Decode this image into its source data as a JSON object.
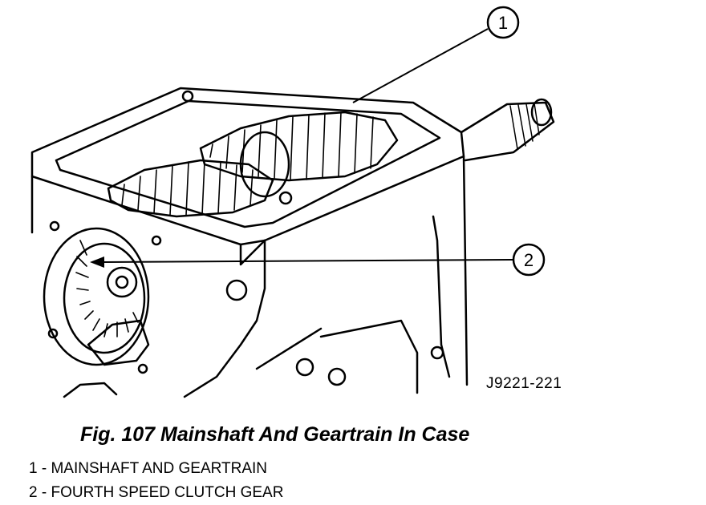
{
  "figure": {
    "callouts": [
      {
        "number": "1"
      },
      {
        "number": "2"
      }
    ],
    "drawing_id": "J9221-221"
  },
  "caption": "Fig. 107 Mainshaft And Geartrain In Case",
  "legend": [
    {
      "number": "1",
      "separator": " - ",
      "text": "MAINSHAFT AND GEARTRAIN"
    },
    {
      "number": "2",
      "separator": " - ",
      "text": "FOURTH SPEED CLUTCH GEAR"
    }
  ]
}
